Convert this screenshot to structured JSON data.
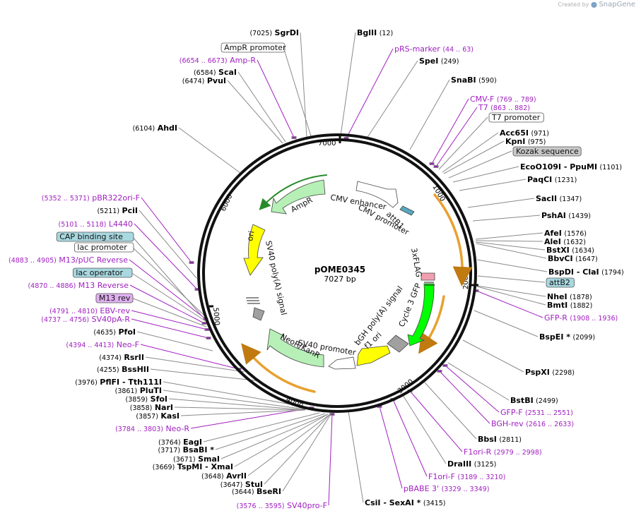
{
  "credit": {
    "prefix": "Created by",
    "brand": "SnapGene"
  },
  "plasmid": {
    "name": "pOME0345",
    "length": "7027 bp"
  },
  "ticks": [
    "7000",
    "1000",
    "2000",
    "3000",
    "4000",
    "5000",
    "6000"
  ],
  "colors": {
    "site_black": "#000000",
    "primer_purple": "#a020c0",
    "feature_green": "#b6f0b6",
    "feature_yellow": "#ffff00",
    "feature_bright_green": "#00ff00",
    "feature_gray": "#a0a0a0",
    "feature_white": "#ffffff",
    "orange_arrow": "#e8a030"
  },
  "features": [
    {
      "name": "AmpR",
      "type": "arc-green"
    },
    {
      "name": "ori",
      "type": "arc-yellow"
    },
    {
      "name": "CMV enhancer",
      "type": "arc-white"
    },
    {
      "name": "CMV promoter",
      "type": "arc-white"
    },
    {
      "name": "attB1",
      "type": "arc-small"
    },
    {
      "name": "3xFLAG",
      "type": "arc-small"
    },
    {
      "name": "Cycle 3 GFP",
      "type": "arc-bright-green"
    },
    {
      "name": "bGH poly(A) signal",
      "type": "arc-gray"
    },
    {
      "name": "f1 ori",
      "type": "arc-yellow"
    },
    {
      "name": "SV40 promoter",
      "type": "arc-white"
    },
    {
      "name": "NeoR/KanR",
      "type": "arc-green"
    },
    {
      "name": "SV40 poly(A) signal",
      "type": "arc-gray"
    }
  ],
  "labels": [
    {
      "kind": "site",
      "pos": "(7025)",
      "name": "SgrDI"
    },
    {
      "kind": "site",
      "name": "BglII",
      "pos": "(12)"
    },
    {
      "kind": "primer",
      "name": "pRS-marker",
      "pos": "(44 .. 63)"
    },
    {
      "kind": "site",
      "name": "SpeI",
      "pos": "(249)"
    },
    {
      "kind": "site",
      "name": "SnaBI",
      "pos": "(590)"
    },
    {
      "kind": "primer",
      "name": "CMV-F",
      "pos": "(769 .. 789)"
    },
    {
      "kind": "primer",
      "name": "T7",
      "pos": "(863 .. 882)"
    },
    {
      "kind": "box",
      "name": "T7 promoter"
    },
    {
      "kind": "site",
      "name": "Acc65I",
      "pos": "(971)"
    },
    {
      "kind": "site",
      "name": "KpnI",
      "pos": "(975)"
    },
    {
      "kind": "box-gray",
      "name": "Kozak sequence"
    },
    {
      "kind": "site",
      "name": "EcoO109I",
      "name2": "PpuMI",
      "pos": "(1101)"
    },
    {
      "kind": "site",
      "name": "PaqCI",
      "pos": "(1231)"
    },
    {
      "kind": "site",
      "name": "SacII",
      "pos": "(1347)"
    },
    {
      "kind": "site",
      "name": "PshAI",
      "pos": "(1439)"
    },
    {
      "kind": "site",
      "name": "AfeI",
      "pos": "(1576)"
    },
    {
      "kind": "site",
      "name": "AleI",
      "pos": "(1632)"
    },
    {
      "kind": "site",
      "name": "BstXI",
      "pos": "(1634)"
    },
    {
      "kind": "site",
      "name": "BbvCI",
      "pos": "(1647)"
    },
    {
      "kind": "site",
      "name": "BspDI",
      "name2": "ClaI",
      "pos": "(1794)"
    },
    {
      "kind": "box-blue",
      "name": "attB2"
    },
    {
      "kind": "site",
      "name": "NheI",
      "pos": "(1878)"
    },
    {
      "kind": "site",
      "name": "BmtI",
      "pos": "(1882)"
    },
    {
      "kind": "primer",
      "name": "GFP-R",
      "pos": "(1908 .. 1936)"
    },
    {
      "kind": "site",
      "name": "BspEI *",
      "pos": "(2099)"
    },
    {
      "kind": "site",
      "name": "PspXI",
      "pos": "(2298)"
    },
    {
      "kind": "site",
      "name": "BstBI",
      "pos": "(2499)"
    },
    {
      "kind": "primer",
      "name": "GFP-F",
      "pos": "(2531 .. 2551)"
    },
    {
      "kind": "primer",
      "name": "BGH-rev",
      "pos": "(2616 .. 2633)"
    },
    {
      "kind": "site",
      "name": "BbsI",
      "pos": "(2811)"
    },
    {
      "kind": "primer",
      "name": "F1ori-R",
      "pos": "(2979 .. 2998)"
    },
    {
      "kind": "site",
      "name": "DraIII",
      "pos": "(3125)"
    },
    {
      "kind": "primer",
      "name": "F1ori-F",
      "pos": "(3189 .. 3210)"
    },
    {
      "kind": "primer",
      "name": "pBABE 3'",
      "pos": "(3329 .. 3349)"
    },
    {
      "kind": "site",
      "name": "CsiI",
      "name2": "SexAI *",
      "pos": "(3415)"
    },
    {
      "kind": "primer",
      "pos": "(3576 .. 3595)",
      "name": "SV40pro-F"
    },
    {
      "kind": "site",
      "pos": "(3644)",
      "name": "BseRI"
    },
    {
      "kind": "site",
      "pos": "(3647)",
      "name": "StuI"
    },
    {
      "kind": "site",
      "pos": "(3648)",
      "name": "AvrII"
    },
    {
      "kind": "site",
      "pos": "(3669)",
      "name": "TspMI",
      "name2": "XmaI"
    },
    {
      "kind": "site",
      "pos": "(3671)",
      "name": "SmaI"
    },
    {
      "kind": "site",
      "pos": "(3717)",
      "name": "BsaBI *"
    },
    {
      "kind": "site",
      "pos": "(3764)",
      "name": "EagI"
    },
    {
      "kind": "primer",
      "pos": "(3784 .. 3803)",
      "name": "Neo-R"
    },
    {
      "kind": "site",
      "pos": "(3857)",
      "name": "KasI"
    },
    {
      "kind": "site",
      "pos": "(3858)",
      "name": "NarI"
    },
    {
      "kind": "site",
      "pos": "(3859)",
      "name": "SfoI"
    },
    {
      "kind": "site",
      "pos": "(3861)",
      "name": "PluTI"
    },
    {
      "kind": "site",
      "pos": "(3976)",
      "name": "PflFI",
      "name2": "Tth111I"
    },
    {
      "kind": "site",
      "pos": "(4255)",
      "name": "BssHII"
    },
    {
      "kind": "site",
      "pos": "(4374)",
      "name": "RsrII"
    },
    {
      "kind": "primer",
      "pos": "(4394 .. 4413)",
      "name": "Neo-F"
    },
    {
      "kind": "site",
      "pos": "(4635)",
      "name": "PfoI"
    },
    {
      "kind": "primer",
      "pos": "(4737 .. 4756)",
      "name": "SV40pA-R"
    },
    {
      "kind": "primer",
      "pos": "(4791 .. 4810)",
      "name": "EBV-rev"
    },
    {
      "kind": "box-purple",
      "name": "M13 rev"
    },
    {
      "kind": "primer",
      "pos": "(4870 .. 4886)",
      "name": "M13 Reverse"
    },
    {
      "kind": "box-blue",
      "name": "lac operator"
    },
    {
      "kind": "primer",
      "pos": "(4883 .. 4905)",
      "name": "M13/pUC Reverse"
    },
    {
      "kind": "box",
      "name": "lac promoter"
    },
    {
      "kind": "box-blue",
      "name": "CAP binding site"
    },
    {
      "kind": "primer",
      "pos": "(5101 .. 5118)",
      "name": "L4440"
    },
    {
      "kind": "site",
      "pos": "(5211)",
      "name": "PciI"
    },
    {
      "kind": "primer",
      "pos": "(5352 .. 5371)",
      "name": "pBR322ori-F"
    },
    {
      "kind": "site",
      "pos": "(6104)",
      "name": "AhdI"
    },
    {
      "kind": "site",
      "pos": "(6474)",
      "name": "PvuI"
    },
    {
      "kind": "site",
      "pos": "(6584)",
      "name": "ScaI"
    },
    {
      "kind": "primer",
      "pos": "(6654 .. 6673)",
      "name": "Amp-R"
    },
    {
      "kind": "box",
      "name": "AmpR promoter"
    }
  ]
}
